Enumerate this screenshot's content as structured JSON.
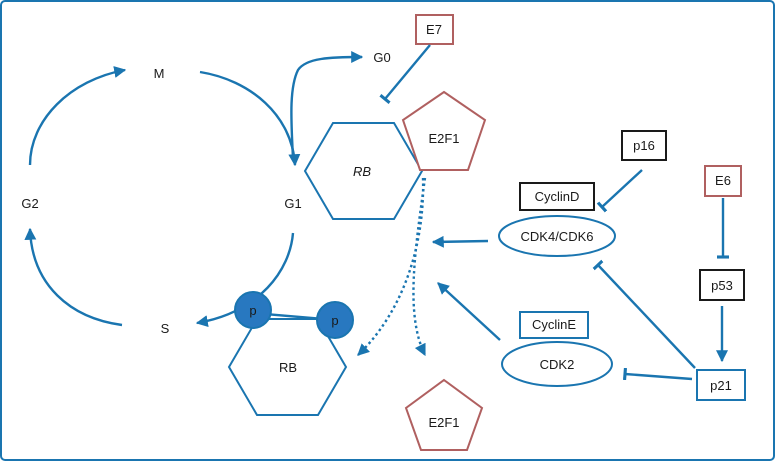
{
  "diagram": {
    "frame_color": "#1a75b0",
    "blue": "#1a75b0",
    "phospho_fill": "#2878c0",
    "red_outline": "#b06060",
    "black_outline": "#1a1a1a",
    "cycle": {
      "m": "M",
      "g1": "G1",
      "s": "S",
      "g2": "G2",
      "g0": "G0"
    },
    "rb_top": "RB",
    "e2f1_top": "E2F1",
    "rb_bottom": "RB",
    "e2f1_bottom": "E2F1",
    "phospho_left": "p",
    "phospho_right": "p",
    "e7": "E7",
    "e6": "E6",
    "p16": "p16",
    "p53": "p53",
    "p21": "p21",
    "cyclin_d": "CyclinD",
    "cdk46": "CDK4/CDK6",
    "cyclin_e": "CyclinE",
    "cdk2": "CDK2"
  }
}
